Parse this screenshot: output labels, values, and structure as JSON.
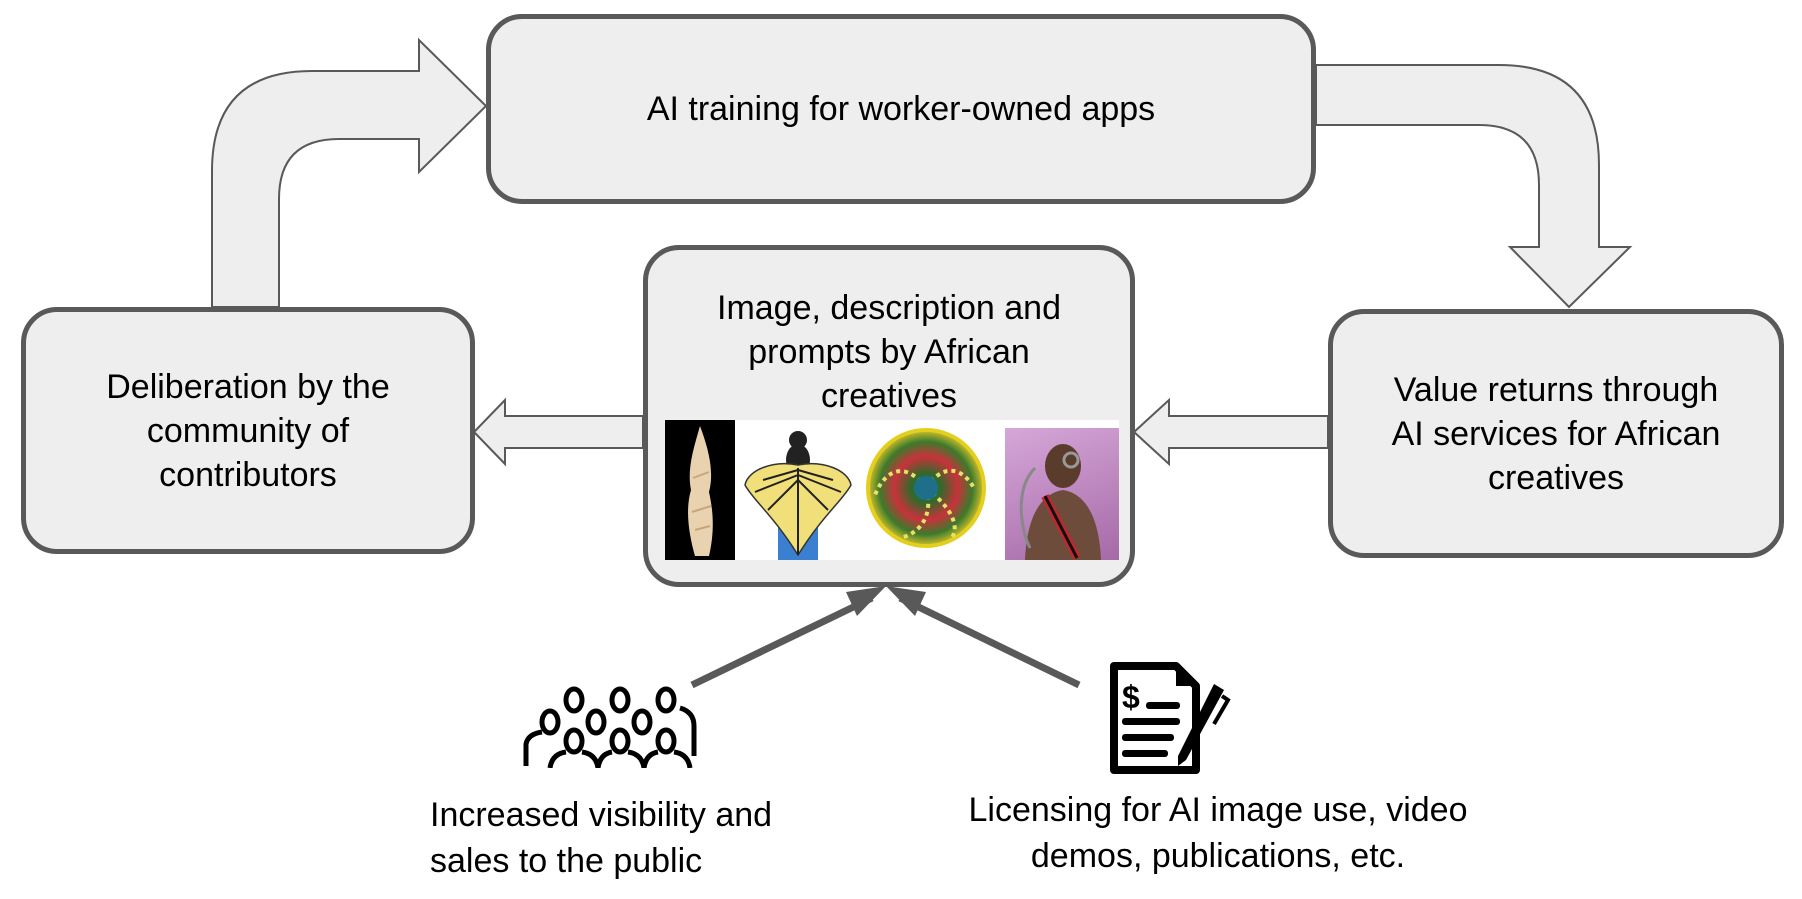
{
  "diagram": {
    "title": "Community-owned AI value cycle for African creatives",
    "nodes": {
      "top": {
        "label": "AI training for worker-owned apps"
      },
      "left": {
        "lines": [
          "Deliberation by the",
          "community of",
          "contributors"
        ]
      },
      "middle": {
        "lines": [
          "Image, description and",
          "prompts by African",
          "creatives"
        ],
        "images": [
          "carved-ivory-figure",
          "yellow-winged-garment",
          "woven-spiral-basket",
          "cyberpunk-portrait"
        ]
      },
      "right": {
        "lines": [
          "Value returns through",
          "AI services for African",
          "creatives"
        ]
      }
    },
    "inputs": {
      "left": {
        "icon": "people-group-icon",
        "lines": [
          "Increased visibility and",
          "sales to the public"
        ]
      },
      "right": {
        "icon": "contract-pen-icon",
        "lines": [
          "Licensing for AI image use, video",
          "demos, publications, etc."
        ]
      }
    },
    "edges": [
      {
        "from": "left",
        "to": "top",
        "style": "curved-block-arrow"
      },
      {
        "from": "top",
        "to": "right",
        "style": "curved-block-arrow"
      },
      {
        "from": "right",
        "to": "middle",
        "style": "block-arrow"
      },
      {
        "from": "middle",
        "to": "left",
        "style": "block-arrow"
      },
      {
        "from": "inputs.left",
        "to": "middle",
        "style": "line-arrow"
      },
      {
        "from": "inputs.right",
        "to": "middle",
        "style": "line-arrow"
      }
    ],
    "colors": {
      "box_fill": "#eeeeee",
      "box_stroke": "#595959",
      "arrow_fill": "#eeeeee",
      "arrow_stroke": "#595959",
      "line_arrow": "#595959"
    }
  }
}
